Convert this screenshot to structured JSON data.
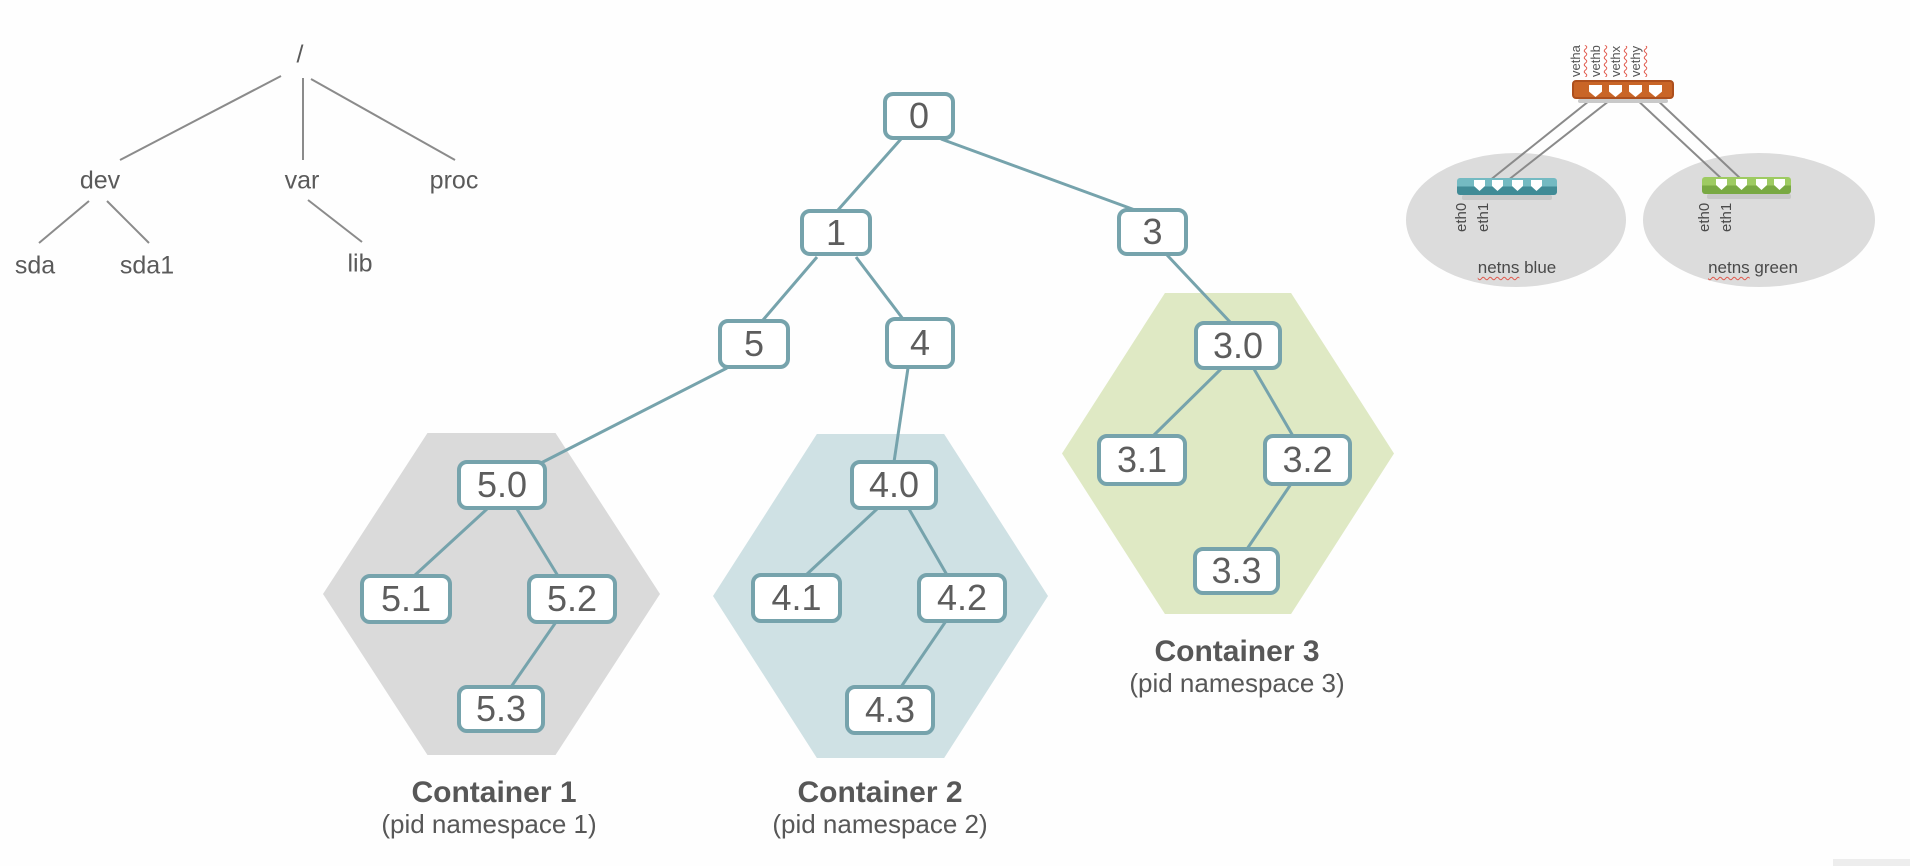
{
  "filesystem_tree": {
    "nodes": {
      "root": "/",
      "dev": "dev",
      "var": "var",
      "proc": "proc",
      "sda": "sda",
      "sda1": "sda1",
      "lib": "lib"
    }
  },
  "pid_tree": {
    "nodes": {
      "n0": "0",
      "n1": "1",
      "n3": "3",
      "n5": "5",
      "n4": "4",
      "n50": "5.0",
      "n51": "5.1",
      "n52": "5.2",
      "n53": "5.3",
      "n40": "4.0",
      "n41": "4.1",
      "n42": "4.2",
      "n43": "4.3",
      "n30": "3.0",
      "n31": "3.1",
      "n32": "3.2",
      "n33": "3.3"
    }
  },
  "containers": [
    {
      "title": "Container 1",
      "subtitle": "(pid namespace 1)"
    },
    {
      "title": "Container 2",
      "subtitle": "(pid namespace 2)"
    },
    {
      "title": "Container 3",
      "subtitle": "(pid namespace 3)"
    }
  ],
  "network": {
    "veth_labels": [
      "vetha",
      "vethb",
      "vethx",
      "vethy"
    ],
    "namespaces": [
      {
        "word1": "netns",
        "word2": "blue",
        "interfaces": [
          "eth0",
          "eth1"
        ]
      },
      {
        "word1": "netns",
        "word2": "green",
        "interfaces": [
          "eth0",
          "eth1"
        ]
      }
    ]
  },
  "colors": {
    "pid_node_border": "#76a3ac",
    "pid_edge": "#76a3ac",
    "tree_line": "#8b8b8b",
    "hex_container1": "#dadada",
    "hex_container2": "#cfe1e4",
    "hex_container3": "#dfe9c4",
    "bridge_orange": "#c96527",
    "bridge_orange_border": "#ad4f1d",
    "bridge_teal_top": "#74bac2",
    "bridge_teal_bottom": "#418b96",
    "bridge_green_top": "#9ecb62",
    "bridge_green_bottom": "#79a943",
    "netns_ellipse": "#dcdcdc",
    "spellcheck_underline": "#e0574a",
    "text": "#5a5a5a"
  }
}
